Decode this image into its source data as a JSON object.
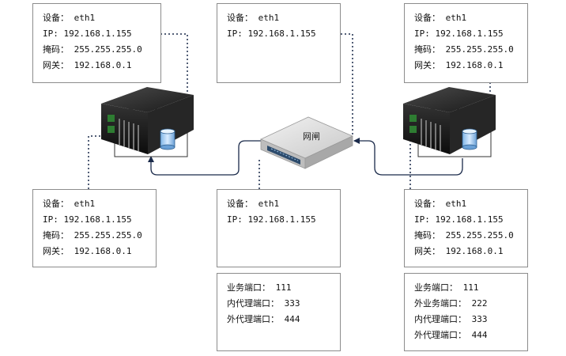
{
  "boxes": {
    "top_left": {
      "lines": [
        "设备： eth1",
        "IP: 192.168.1.155",
        "掩码： 255.255.255.0",
        "网关： 192.168.0.1"
      ]
    },
    "top_center": {
      "lines": [
        "设备： eth1",
        "IP: 192.168.1.155"
      ]
    },
    "top_right": {
      "lines": [
        "设备： eth1",
        "IP: 192.168.1.155",
        "掩码： 255.255.255.0",
        "网关： 192.168.0.1"
      ]
    },
    "bottom_left": {
      "lines": [
        "设备： eth1",
        "IP: 192.168.1.155",
        "掩码： 255.255.255.0",
        "网关： 192.168.0.1"
      ]
    },
    "bottom_center": {
      "lines": [
        "设备： eth1",
        "IP: 192.168.1.155"
      ]
    },
    "bottom_right": {
      "lines": [
        "设备： eth1",
        "IP: 192.168.1.155",
        "掩码： 255.255.255.0",
        "网关： 192.168.0.1"
      ]
    },
    "ports_center": {
      "lines": [
        "业务端口： 111",
        "内代理端口： 333",
        "外代理端口： 444"
      ]
    },
    "ports_right": {
      "lines": [
        "业务端口： 111",
        "外业务端口： 222",
        "内代理端口： 333",
        "外代理端口： 444"
      ]
    }
  },
  "gateway": {
    "label": "网闸"
  },
  "colors": {
    "border": "#8c8c8c",
    "server_body": "#1c1c1c",
    "gateway_body": "#dcdcdc",
    "connector": "#1a2a4a"
  }
}
